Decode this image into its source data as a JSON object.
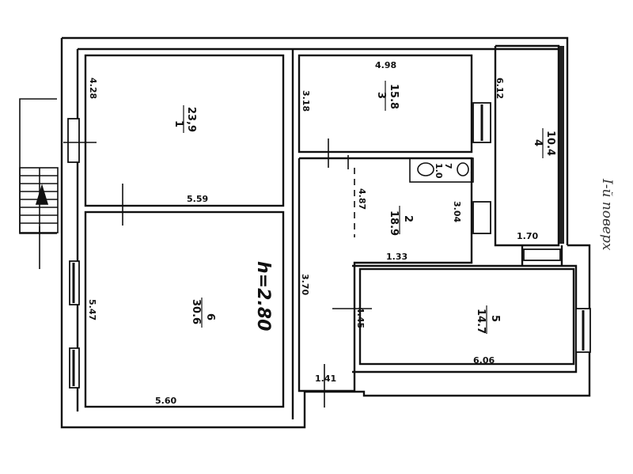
{
  "floor_label": "І-й поверх",
  "ceiling_height": "h=2.80",
  "rooms": [
    {
      "number": "1",
      "area": "23,9",
      "dims": [
        "4.28",
        "5.59"
      ]
    },
    {
      "number": "2",
      "area": "18.9",
      "dims": [
        "4.87",
        "3.04",
        "1.33",
        "3.70",
        "1.41"
      ]
    },
    {
      "number": "3",
      "area": "15.8",
      "dims": [
        "4.98",
        "3.18"
      ]
    },
    {
      "number": "4",
      "area": "10.4",
      "dims": [
        "6.12",
        "1.70"
      ]
    },
    {
      "number": "5",
      "area": "14.7",
      "dims": [
        "4.45",
        "6.06"
      ]
    },
    {
      "number": "6",
      "area": "30.6",
      "dims": [
        "5.47",
        "5.60"
      ]
    },
    {
      "number": "7",
      "area": "1.0",
      "dims": []
    }
  ]
}
